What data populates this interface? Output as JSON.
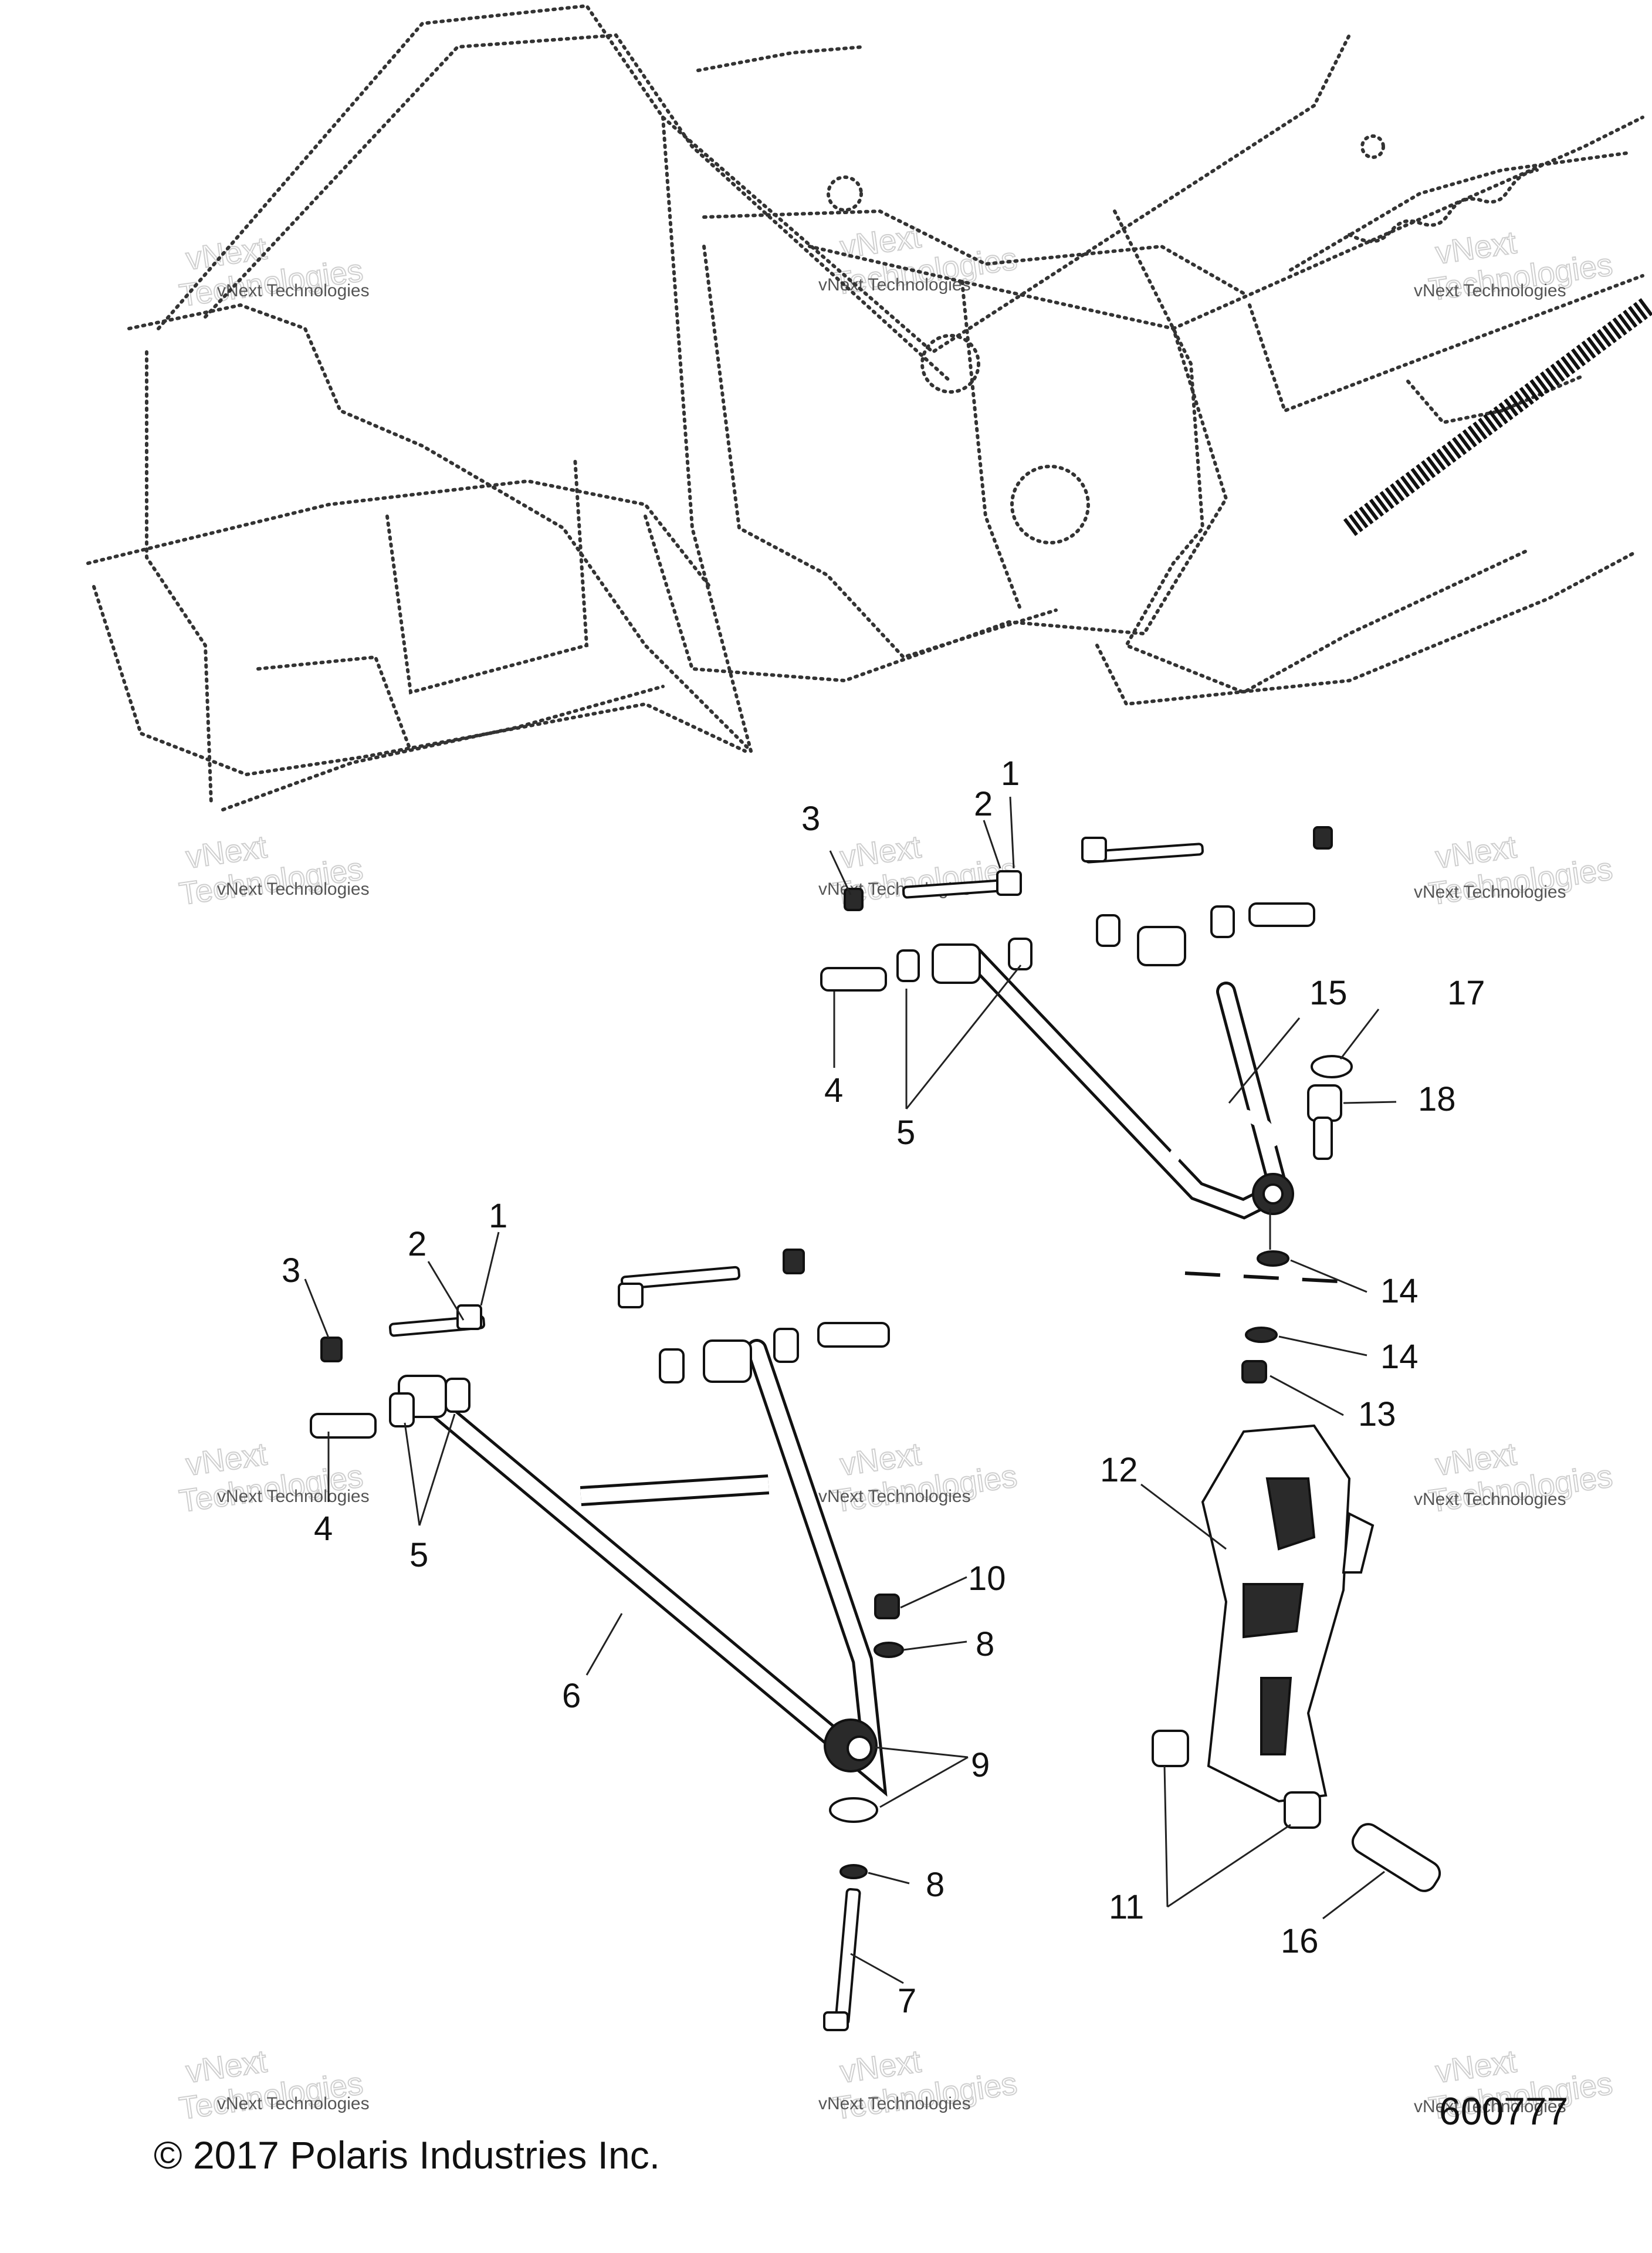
{
  "callouts": [
    {
      "id": "c1a",
      "text": "1"
    },
    {
      "id": "c2a",
      "text": "2"
    },
    {
      "id": "c3a",
      "text": "3"
    },
    {
      "id": "c4a",
      "text": "4"
    },
    {
      "id": "c5a",
      "text": "5"
    },
    {
      "id": "c15",
      "text": "15"
    },
    {
      "id": "c17",
      "text": "17"
    },
    {
      "id": "c18",
      "text": "18"
    },
    {
      "id": "c14a",
      "text": "14"
    },
    {
      "id": "c14b",
      "text": "14"
    },
    {
      "id": "c13",
      "text": "13"
    },
    {
      "id": "c1b",
      "text": "1"
    },
    {
      "id": "c2b",
      "text": "2"
    },
    {
      "id": "c3b",
      "text": "3"
    },
    {
      "id": "c4b",
      "text": "4"
    },
    {
      "id": "c5b",
      "text": "5"
    },
    {
      "id": "c12",
      "text": "12"
    },
    {
      "id": "c10",
      "text": "10"
    },
    {
      "id": "c8a",
      "text": "8"
    },
    {
      "id": "c6",
      "text": "6"
    },
    {
      "id": "c9",
      "text": "9"
    },
    {
      "id": "c8b",
      "text": "8"
    },
    {
      "id": "c11",
      "text": "11"
    },
    {
      "id": "c16",
      "text": "16"
    },
    {
      "id": "c7",
      "text": "7"
    }
  ],
  "watermark": {
    "line1": "vNext",
    "line2": "Technologies",
    "small": "vNext Technologies"
  },
  "footer": {
    "copyright": "© 2017 Polaris Industries Inc.",
    "figure_number": "600777"
  }
}
